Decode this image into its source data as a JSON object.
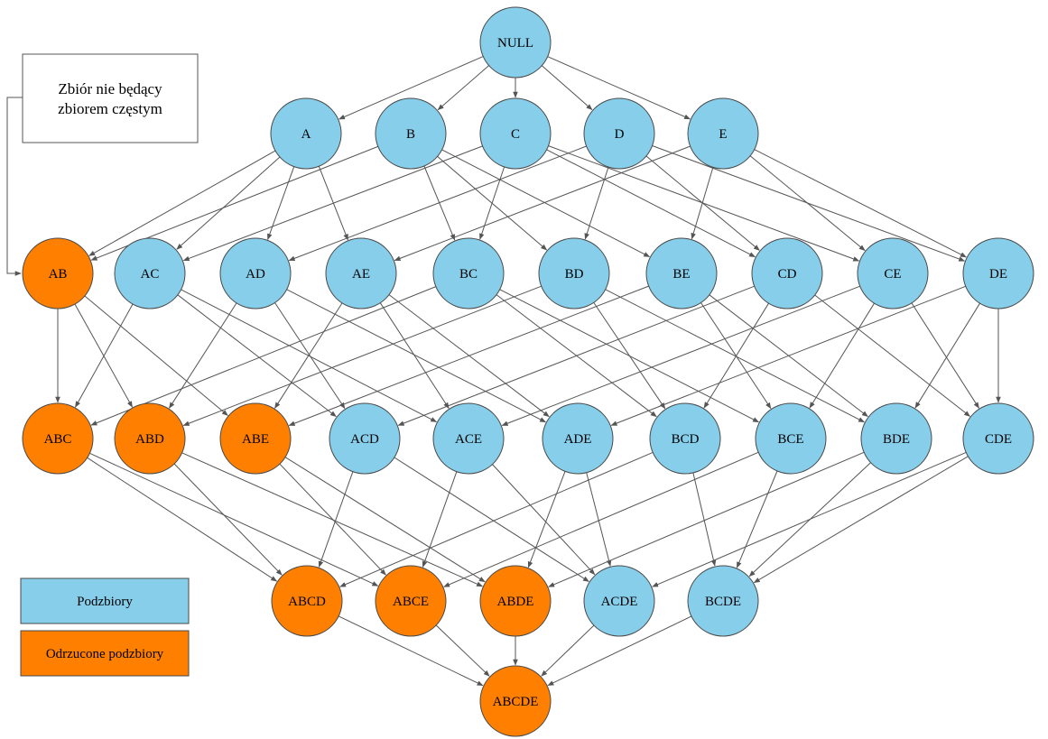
{
  "colors": {
    "subset": "#87CEEB",
    "rejected": "#FF7F00",
    "stroke": "#4a4a4a",
    "edge": "#555555"
  },
  "callout": {
    "line1": "Zbiór nie będący",
    "line2": "zbiorem częstym"
  },
  "legend": {
    "subsets": "Podzbiory",
    "rejected": "Odrzucone podzbiory"
  },
  "nodes": [
    {
      "id": "NULL",
      "label": "NULL",
      "rejected": false
    },
    {
      "id": "A",
      "label": "A",
      "rejected": false
    },
    {
      "id": "B",
      "label": "B",
      "rejected": false
    },
    {
      "id": "C",
      "label": "C",
      "rejected": false
    },
    {
      "id": "D",
      "label": "D",
      "rejected": false
    },
    {
      "id": "E",
      "label": "E",
      "rejected": false
    },
    {
      "id": "AB",
      "label": "AB",
      "rejected": true
    },
    {
      "id": "AC",
      "label": "AC",
      "rejected": false
    },
    {
      "id": "AD",
      "label": "AD",
      "rejected": false
    },
    {
      "id": "AE",
      "label": "AE",
      "rejected": false
    },
    {
      "id": "BC",
      "label": "BC",
      "rejected": false
    },
    {
      "id": "BD",
      "label": "BD",
      "rejected": false
    },
    {
      "id": "BE",
      "label": "BE",
      "rejected": false
    },
    {
      "id": "CD",
      "label": "CD",
      "rejected": false
    },
    {
      "id": "CE",
      "label": "CE",
      "rejected": false
    },
    {
      "id": "DE",
      "label": "DE",
      "rejected": false
    },
    {
      "id": "ABC",
      "label": "ABC",
      "rejected": true
    },
    {
      "id": "ABD",
      "label": "ABD",
      "rejected": true
    },
    {
      "id": "ABE",
      "label": "ABE",
      "rejected": true
    },
    {
      "id": "ACD",
      "label": "ACD",
      "rejected": false
    },
    {
      "id": "ACE",
      "label": "ACE",
      "rejected": false
    },
    {
      "id": "ADE",
      "label": "ADE",
      "rejected": false
    },
    {
      "id": "BCD",
      "label": "BCD",
      "rejected": false
    },
    {
      "id": "BCE",
      "label": "BCE",
      "rejected": false
    },
    {
      "id": "BDE",
      "label": "BDE",
      "rejected": false
    },
    {
      "id": "CDE",
      "label": "CDE",
      "rejected": false
    },
    {
      "id": "ABCD",
      "label": "ABCD",
      "rejected": true
    },
    {
      "id": "ABCE",
      "label": "ABCE",
      "rejected": true
    },
    {
      "id": "ABDE",
      "label": "ABDE",
      "rejected": true
    },
    {
      "id": "ACDE",
      "label": "ACDE",
      "rejected": false
    },
    {
      "id": "BCDE",
      "label": "BCDE",
      "rejected": false
    },
    {
      "id": "ABCDE",
      "label": "ABCDE",
      "rejected": true
    }
  ]
}
